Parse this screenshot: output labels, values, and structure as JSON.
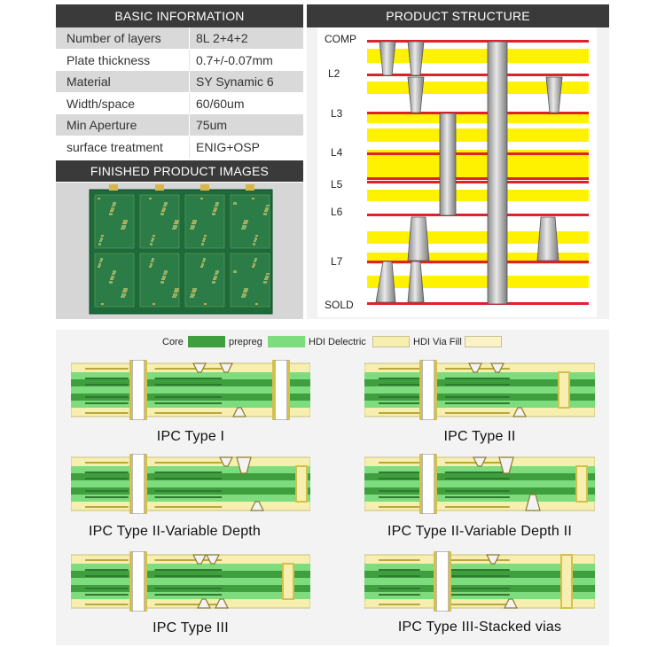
{
  "basic": {
    "header": "BASIC INFORMATION",
    "rows": [
      {
        "key": "Number of layers",
        "value": "8L 2+4+2"
      },
      {
        "key": "Plate thickness",
        "value": "0.7+/-0.07mm"
      },
      {
        "key": "Material",
        "value": "SY Synamic 6"
      },
      {
        "key": "Width/space",
        "value": "60/60um"
      },
      {
        "key": "Min Aperture",
        "value": "75um"
      },
      {
        "key": "surface treatment",
        "value": "ENIG+OSP"
      }
    ]
  },
  "finished": {
    "header": "FINISHED PRODUCT IMAGES"
  },
  "structure": {
    "header": "PRODUCT STRUCTURE",
    "layers": [
      "COMP",
      "L2",
      "L3",
      "L4",
      "L5",
      "L6",
      "L7",
      "SOLD"
    ]
  },
  "legend": {
    "items": [
      {
        "label": "Core",
        "color": "#3f9f3f"
      },
      {
        "label": "prepreg",
        "color": "#7ddc7d"
      },
      {
        "label": "HDI Delectric",
        "color": "#f7efb0"
      },
      {
        "label": "HDI Via Fill",
        "color": "#fbf3c8"
      }
    ]
  },
  "types": [
    "IPC Type I",
    "IPC Type II",
    "IPC Type II-Variable Depth",
    "IPC Type II-Variable Depth II",
    "IPC Type III",
    "IPC Type III-Stacked vias"
  ],
  "colors": {
    "header_bg": "#3a3a3a",
    "row_bg": "#d9d9d9",
    "copper_red": "#e0202a",
    "prepreg_yellow": "#fff200",
    "core_green": "#3f9f3f",
    "prepreg_green": "#7ddc7d",
    "hdi_yellow": "#f7efb0",
    "pcb_green": "#1d6b3a"
  }
}
